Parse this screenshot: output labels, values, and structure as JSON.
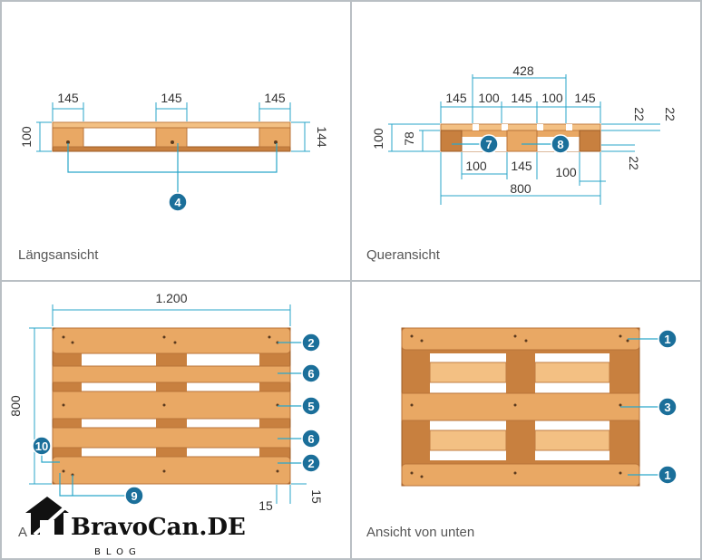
{
  "panels": {
    "top_left": {
      "caption": "Längsansicht",
      "dims": [
        "145",
        "145",
        "145",
        "100",
        "144"
      ],
      "callouts": [
        "4"
      ]
    },
    "top_right": {
      "caption": "Queransicht",
      "dims": [
        "428",
        "145",
        "100",
        "145",
        "100",
        "145",
        "22",
        "22",
        "100",
        "78",
        "100",
        "145",
        "100",
        "22",
        "800"
      ],
      "callouts": [
        "7",
        "8"
      ]
    },
    "bottom_left": {
      "caption": "A",
      "dims": [
        "1.200",
        "800",
        "15",
        "15"
      ],
      "callouts": [
        "2",
        "6",
        "5",
        "6",
        "2",
        "10",
        "9"
      ]
    },
    "bottom_right": {
      "caption": "Ansicht von unten",
      "callouts": [
        "1",
        "3",
        "1"
      ]
    }
  },
  "watermark": {
    "brand": "BravoCan.DE",
    "sub": "BLOG"
  }
}
